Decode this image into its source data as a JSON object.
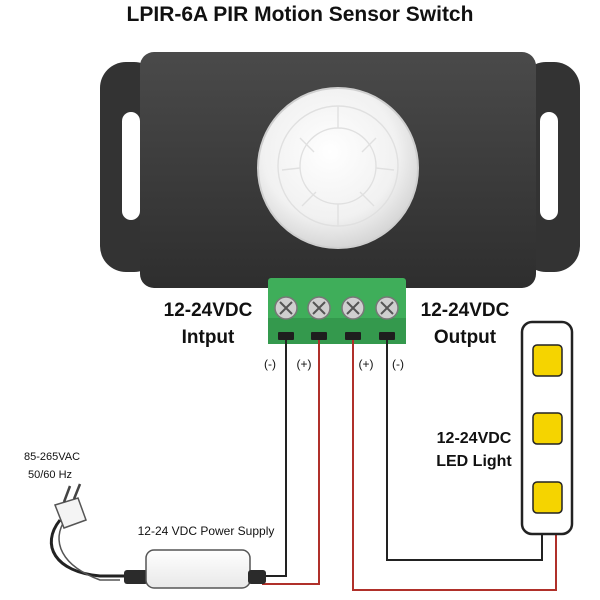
{
  "title": "LPIR-6A PIR Motion Sensor Switch",
  "input_label": {
    "line1": "12-24VDC",
    "line2": "Intput"
  },
  "output_label": {
    "line1": "12-24VDC",
    "line2": "Output"
  },
  "terminals": [
    "(-)",
    "(+)",
    "(+)",
    "(-)"
  ],
  "led_label": {
    "line1": "12-24VDC",
    "line2": "LED Light"
  },
  "mains_label": {
    "line1": "85-265VAC",
    "line2": "50/60 Hz"
  },
  "power_supply_label": "12-24 VDC Power Supply",
  "colors": {
    "housing": "#3a3a3a",
    "terminal_block": "#3fae5a",
    "wire_black": "#222222",
    "wire_red": "#b0302a",
    "led": "#f5d400"
  }
}
